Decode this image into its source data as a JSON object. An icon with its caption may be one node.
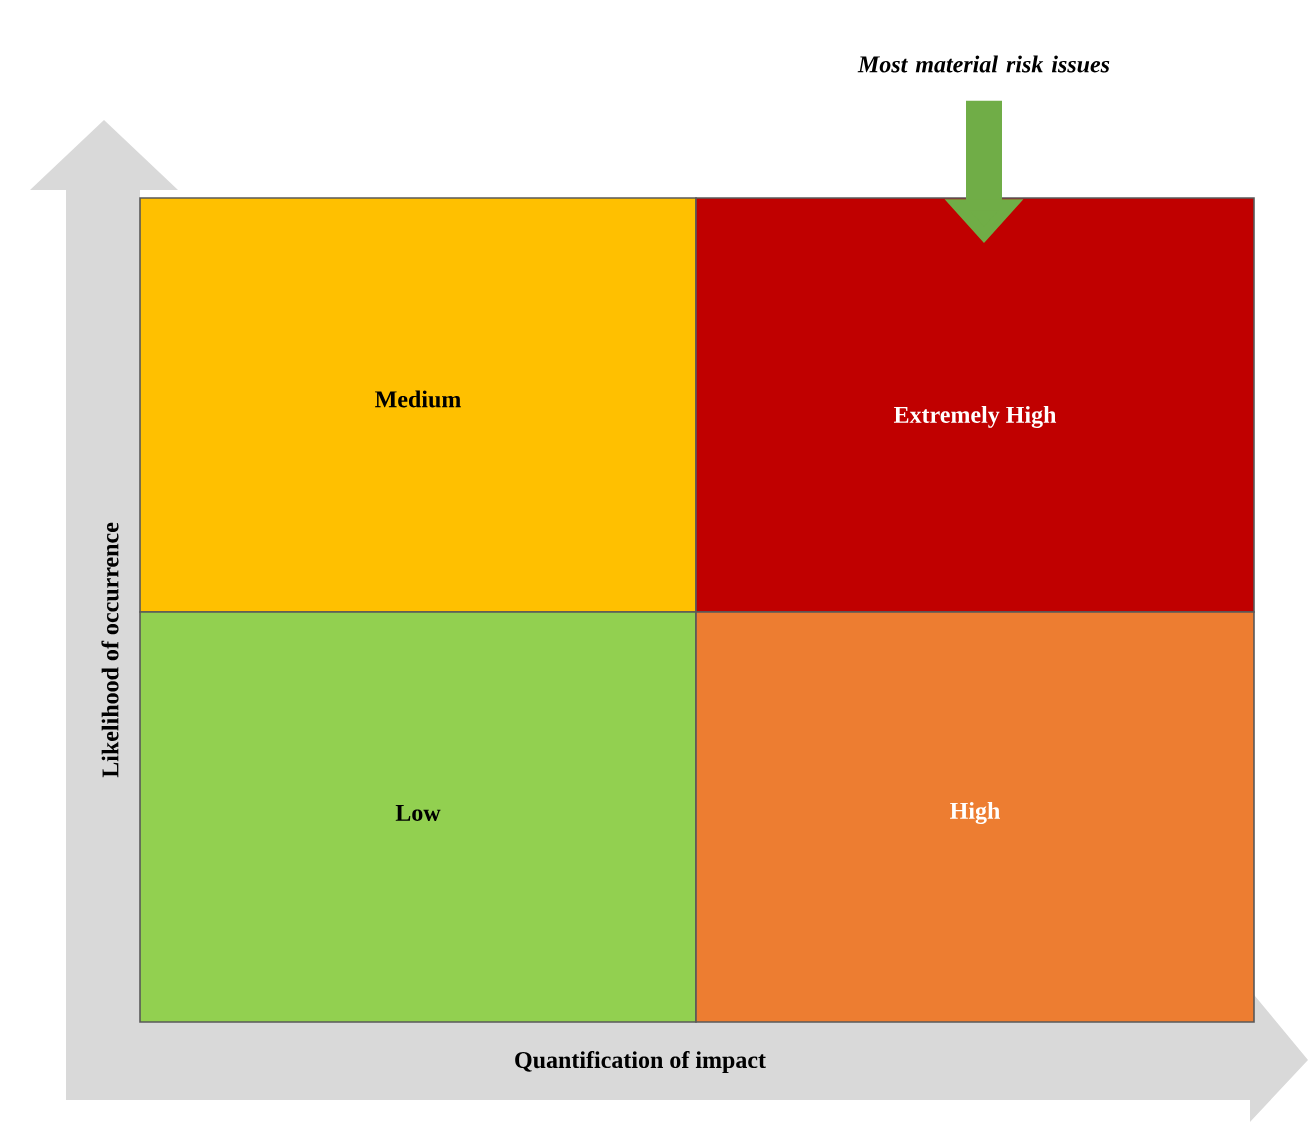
{
  "diagram": {
    "nodes": [
      {
        "text": [
          "Most material risk issues"
        ]
      },
      {
        "text": [
          "Medium"
        ]
      },
      {
        "text": [
          "Extremely High"
        ]
      },
      {
        "text": [
          "Low"
        ]
      },
      {
        "text": [
          "High"
        ]
      }
    ],
    "edges": [
      {
        "from": 0,
        "to": 2,
        "arrow": "to",
        "color": "#70ad47"
      }
    ],
    "labels": [
      "Likelihood of occurrence",
      "Quantification of impact"
    ]
  }
}
